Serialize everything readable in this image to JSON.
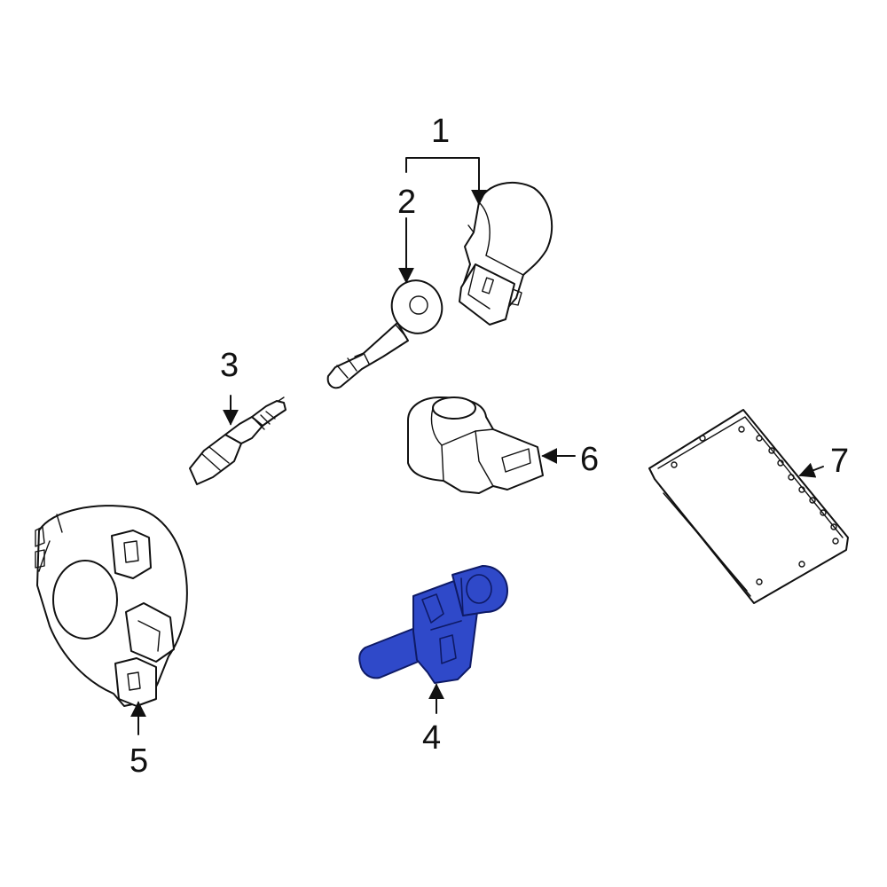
{
  "diagram": {
    "callouts": [
      {
        "id": "1",
        "label": "1"
      },
      {
        "id": "2",
        "label": "2"
      },
      {
        "id": "3",
        "label": "3"
      },
      {
        "id": "4",
        "label": "4"
      },
      {
        "id": "5",
        "label": "5"
      },
      {
        "id": "6",
        "label": "6"
      },
      {
        "id": "7",
        "label": "7"
      }
    ],
    "highlighted_part": "4",
    "colors": {
      "line": "#111111",
      "highlight_fill": "#2f49c9",
      "highlight_stroke": "#0e1a66",
      "background": "#ffffff"
    }
  }
}
